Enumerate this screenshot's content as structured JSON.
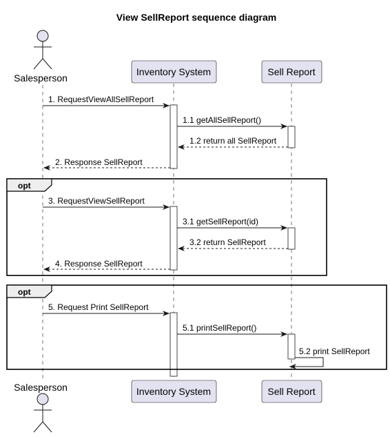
{
  "diagram": {
    "title": "View SellReport sequence diagram",
    "participants": {
      "salesperson": "Salesperson",
      "inventory": "Inventory System",
      "sellreport": "Sell Report"
    },
    "frames": {
      "opt1": "opt",
      "opt2": "opt"
    },
    "messages": {
      "m1": "1. RequestViewAllSellReport",
      "m1_1": "1.1 getAllSellReport()",
      "m1_2": "1.2 return all SellReport",
      "m2": "2. Response SellReport",
      "m3": "3. RequestViewSellReport",
      "m3_1": "3.1 getSellReport(id)",
      "m3_2": "3.2 return SellReport",
      "m4": "4. Response SellReport",
      "m5": "5. Request Print SellReport",
      "m5_1": "5.1 printSellReport()",
      "m5_2": "5.2  print SellReport"
    }
  }
}
